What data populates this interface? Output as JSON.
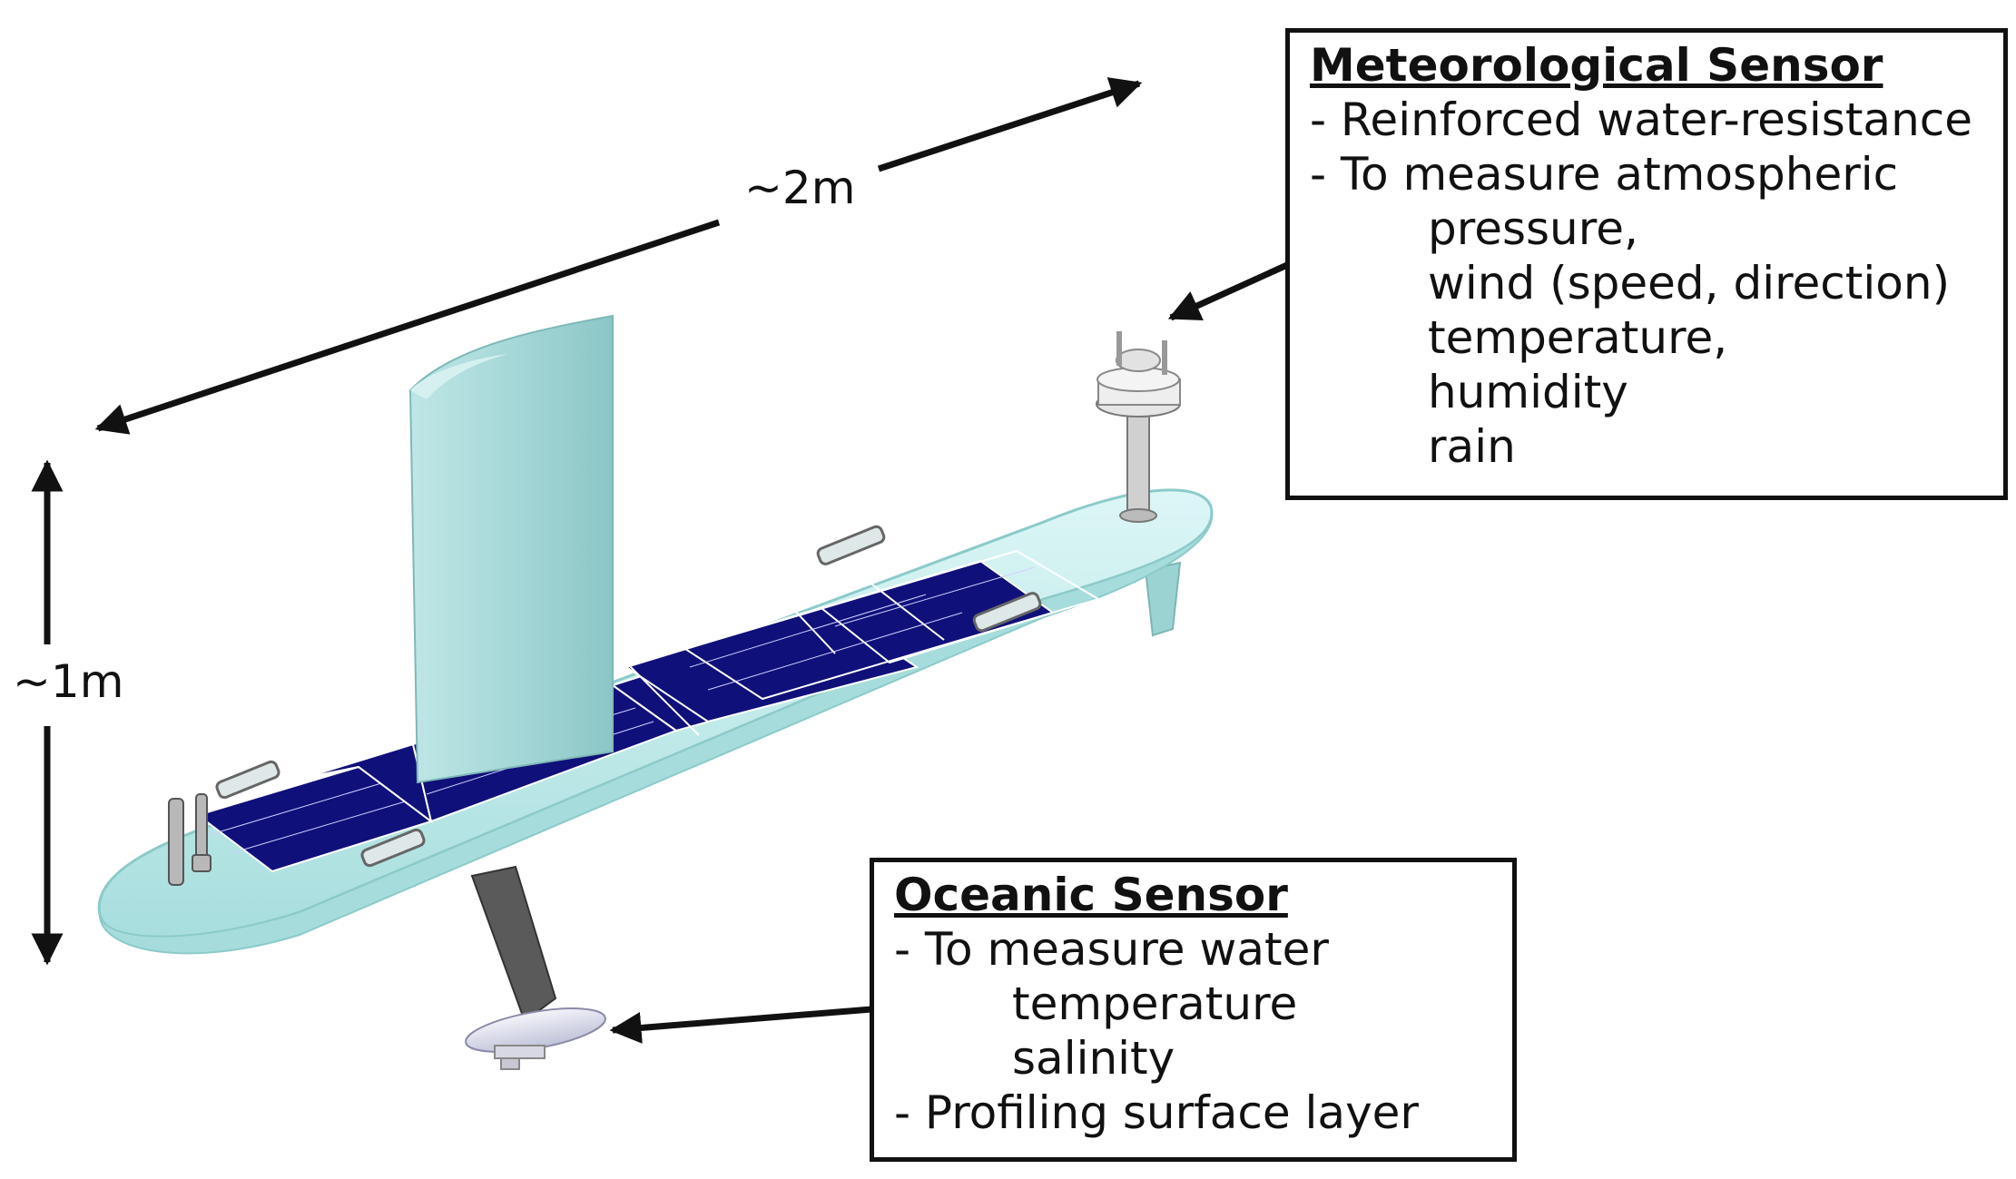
{
  "dimensions": {
    "length_label": "~2m",
    "height_label": "~1m"
  },
  "meteorological": {
    "title": "Meteorological Sensor",
    "items": [
      "- Reinforced water-resistance",
      "- To measure atmospheric"
    ],
    "sub_items": [
      "pressure,",
      "wind (speed, direction)",
      "temperature,",
      "humidity",
      "rain"
    ]
  },
  "oceanic": {
    "title": "Oceanic Sensor",
    "item1": "- To measure water",
    "sub_items": [
      "temperature",
      "salinity"
    ],
    "item2": "- Profiling surface layer"
  },
  "colors": {
    "hull": "#c9eeee",
    "solar_panel": "#10107a",
    "keel": "#555555",
    "arrow": "#111111"
  }
}
